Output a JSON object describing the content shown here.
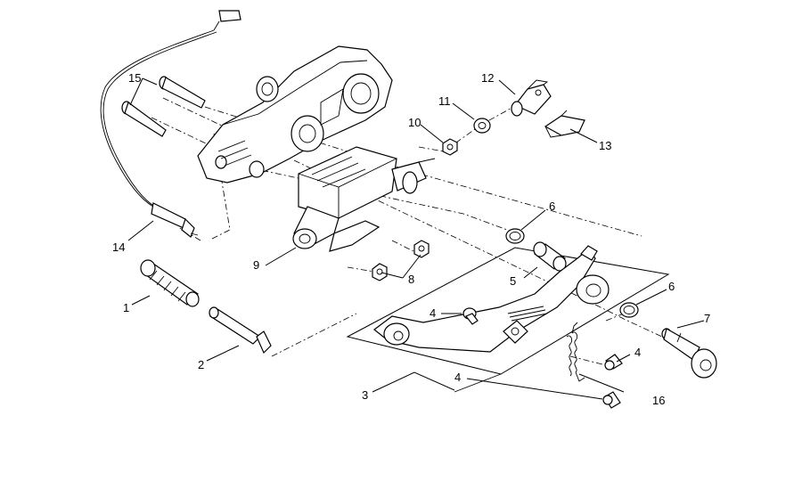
{
  "callouts": [
    {
      "id": "c1",
      "text": "1"
    },
    {
      "id": "c2",
      "text": "2"
    },
    {
      "id": "c3",
      "text": "3"
    },
    {
      "id": "c4a",
      "text": "4"
    },
    {
      "id": "c4b",
      "text": "4"
    },
    {
      "id": "c4c",
      "text": "4"
    },
    {
      "id": "c5",
      "text": "5"
    },
    {
      "id": "c6a",
      "text": "6"
    },
    {
      "id": "c6b",
      "text": "6"
    },
    {
      "id": "c7",
      "text": "7"
    },
    {
      "id": "c8",
      "text": "8"
    },
    {
      "id": "c9",
      "text": "9"
    },
    {
      "id": "c10",
      "text": "10"
    },
    {
      "id": "c11",
      "text": "11"
    },
    {
      "id": "c12",
      "text": "12"
    },
    {
      "id": "c13",
      "text": "13"
    },
    {
      "id": "c14",
      "text": "14"
    },
    {
      "id": "c15",
      "text": "15"
    },
    {
      "id": "c16",
      "text": "16"
    }
  ]
}
